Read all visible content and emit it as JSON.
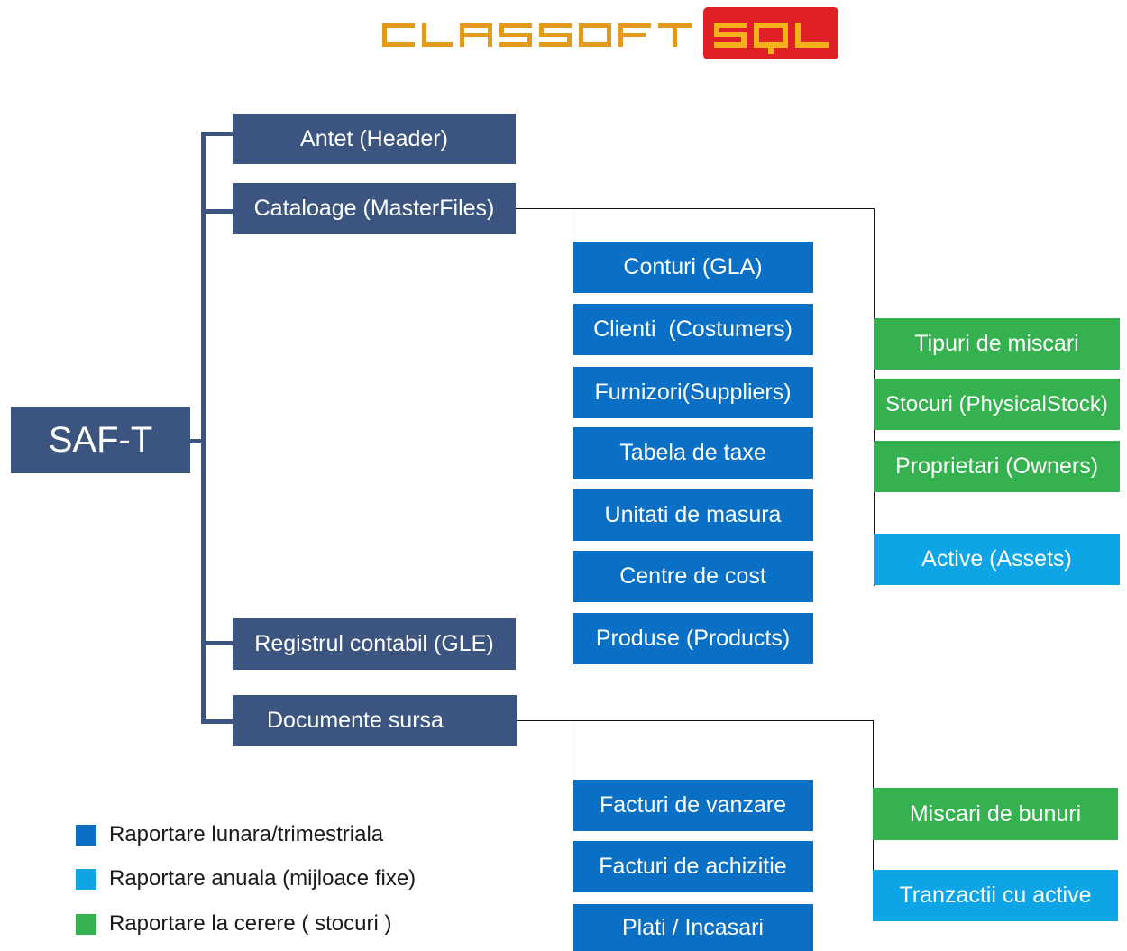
{
  "logo": {
    "text_part1": "CLASSOFT",
    "text_part2": "SQL",
    "colors": {
      "classoft": "#e39a1b",
      "sql_badge": "#e01f26",
      "sql_text": "#f6b21a"
    }
  },
  "root": {
    "label": "SAF-T"
  },
  "sections": {
    "header": "Antet (Header)",
    "masterfiles": "Cataloage (MasterFiles)",
    "gle": "Registrul contabil (GLE)",
    "source_docs": "Documente sursa"
  },
  "masterfiles_items": [
    "Conturi (GLA)",
    "Clienti  (Costumers)",
    "Furnizori(Suppliers)",
    "Tabela de taxe",
    "Unitati de masura",
    "Centre de cost",
    "Produse (Products)"
  ],
  "masterfiles_right": [
    "Tipuri de miscari",
    "Stocuri (PhysicalStock)",
    "Proprietari (Owners)",
    "Active (Assets)"
  ],
  "source_docs_items": [
    "Facturi de vanzare",
    "Facturi de achizitie",
    "Plati / Incasari"
  ],
  "source_docs_right": [
    "Miscari de bunuri",
    "Tranzactii cu active"
  ],
  "legend": [
    {
      "label": "Raportare lunara/trimestriala",
      "color": "#0a70c6"
    },
    {
      "label": "Raportare anuala (mijloace fixe)",
      "color": "#0ea5e6"
    },
    {
      "label": "Raportare la cerere ( stocuri )",
      "color": "#35b14f"
    }
  ],
  "colors": {
    "navy": "#3b5580",
    "blue": "#0a70c6",
    "green": "#35b14f",
    "cyan": "#0ea5e6"
  }
}
